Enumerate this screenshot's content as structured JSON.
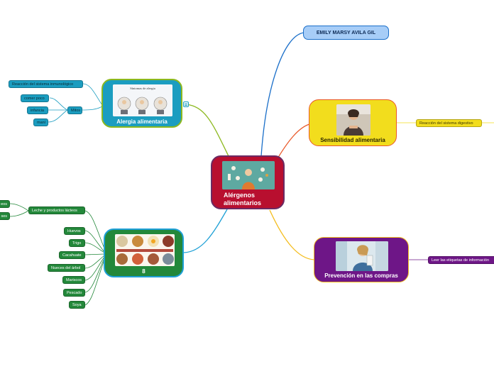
{
  "central": {
    "title": "Alérgenos alimentarios",
    "icon": "person-sneezing-food-illustration"
  },
  "author": {
    "label": "EMILY MARSY AVILA GIL"
  },
  "alergia": {
    "title": "Alergia alimentaria",
    "image_caption": "Síntomas de alergia",
    "icon": "allergy-symptoms-faces-illustration",
    "leaves": {
      "reaccion": "Reacción del sistema inmunológico",
      "mitos": "Mitos",
      "comer_poco": "comer poco",
      "infancia": "infancia",
      "mani": "maní"
    }
  },
  "ocho": {
    "title": "8",
    "icon": "allergen-foods-grid-photo",
    "leaves": {
      "leche": "Leche y productos lácteos",
      "left_1": "eos",
      "left_2": "ses",
      "huevos": "Huevos",
      "trigo": "Trigo",
      "cacahuate": "Cacahuate",
      "nueces": "Nueces del árbol",
      "mariscos": "Mariscos",
      "pescado": "Pescado",
      "soya": "Soya"
    }
  },
  "sensibilidad": {
    "title": "Sensibilidad alimentaria",
    "icon": "woman-stomach-ache-photo",
    "leaf": "Reacción del sistema digestivo"
  },
  "prevencion": {
    "title": "Prevención en las compras",
    "icon": "woman-reading-label-photo",
    "leaf": "Leer las etiquetas de información"
  },
  "colors": {
    "central": "#b80f2f",
    "author": "#a7cdf7",
    "alergia": "#1b9dc0",
    "ocho": "#23883a",
    "sensibilidad": "#f2dd1d",
    "prevencion": "#6e1687",
    "link_blue": "#1b6fc9",
    "link_green": "#8cb81e",
    "link_orange": "#e9592a",
    "link_yellow": "#f4bd1f",
    "link_cyan": "#1ea0d6"
  }
}
